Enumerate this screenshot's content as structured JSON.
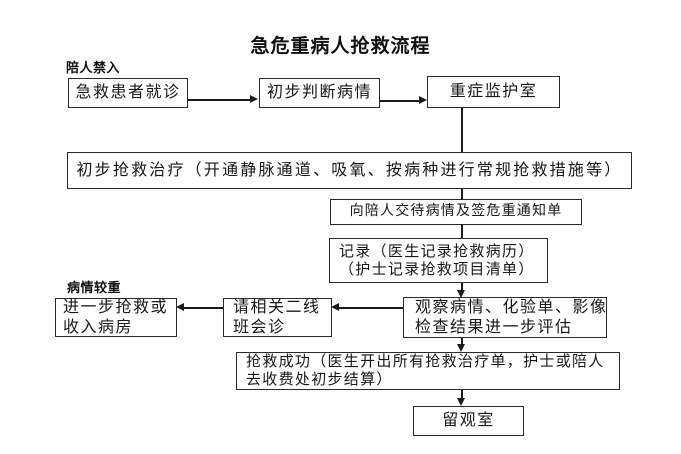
{
  "title": "急危重病人抢救流程",
  "annotations": {
    "no_companion": "陪人禁入",
    "serious_condition": "病情较重"
  },
  "nodes": {
    "visit": {
      "label": "急救患者就诊"
    },
    "judge": {
      "label": "初步判断病情"
    },
    "icu": {
      "label": "重症监护室"
    },
    "initial_rescue": {
      "label": "初步抢救治疗（开通静脉通道、吸氧、按病种进行常规抢救措施等）"
    },
    "notify": {
      "label": "向陪人交待病情及签危重通知单"
    },
    "record": {
      "lines": [
        "记录（医生记录抢救病历）",
        "（护士记录抢救项目清单）"
      ]
    },
    "observe": {
      "lines": [
        "观察病情、化验单、影像",
        "检查结果进一步评估"
      ]
    },
    "consult": {
      "lines": [
        "请相关二线",
        "班会诊"
      ]
    },
    "further": {
      "lines": [
        "进一步抢救或",
        "收入病房"
      ]
    },
    "success": {
      "lines": [
        "抢救成功（医生开出所有抢救治疗单，护士或陪人",
        "去收费处初步结算）"
      ]
    },
    "stay": {
      "label": "留观室"
    }
  },
  "edges": [
    {
      "from": "visit",
      "to": "judge",
      "arrowhead": true
    },
    {
      "from": "judge",
      "to": "icu",
      "arrowhead": true
    },
    {
      "from": "icu",
      "to": "initial_rescue",
      "arrowhead": false
    },
    {
      "from": "initial_rescue",
      "to": "notify",
      "arrowhead": false
    },
    {
      "from": "notify",
      "to": "record",
      "arrowhead": false
    },
    {
      "from": "record",
      "to": "observe",
      "arrowhead": true
    },
    {
      "from": "observe",
      "to": "consult",
      "arrowhead": true
    },
    {
      "from": "consult",
      "to": "further",
      "arrowhead": true
    },
    {
      "from": "observe",
      "to": "success",
      "arrowhead": true
    },
    {
      "from": "success",
      "to": "stay",
      "arrowhead": true
    }
  ],
  "colors": {
    "background": "#ffffff",
    "ink": "#1c1c1c",
    "box_border": "#2b2b2b"
  }
}
